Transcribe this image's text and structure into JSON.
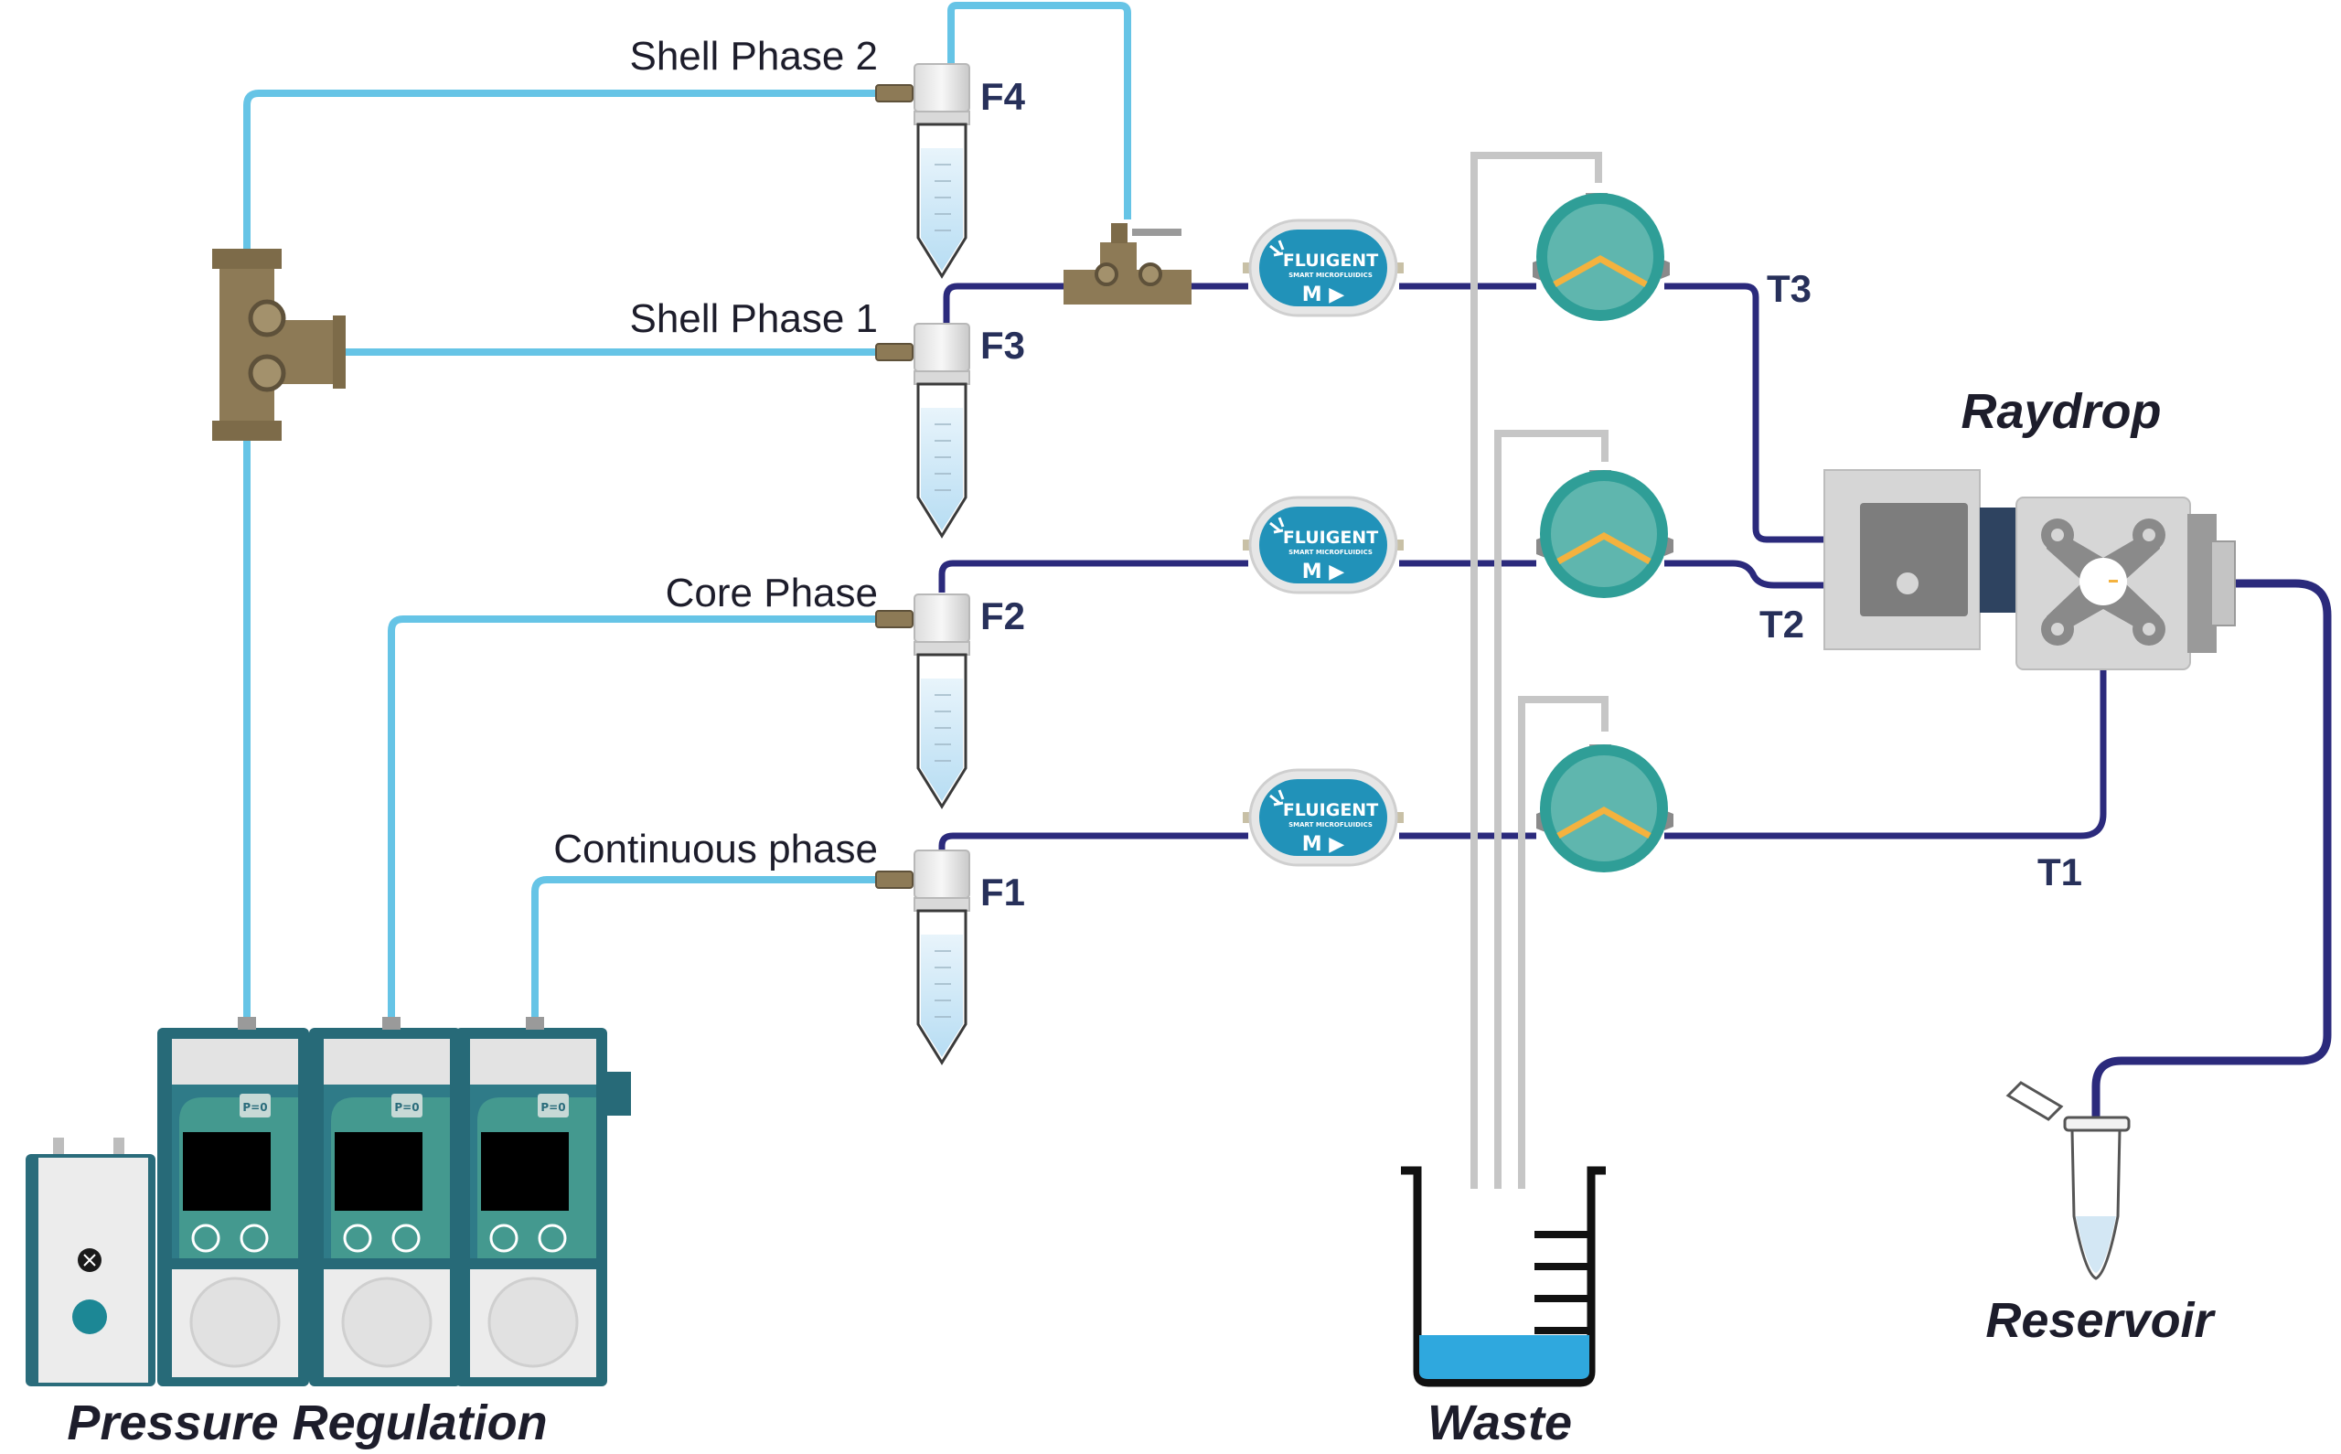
{
  "phases": {
    "shell2": "Shell Phase 2",
    "shell1": "Shell Phase 1",
    "core": "Core Phase",
    "continuous": "Continuous phase"
  },
  "reservoirs": [
    "F4",
    "F3",
    "F2",
    "F1"
  ],
  "outlets": [
    "T3",
    "T2",
    "T1"
  ],
  "flow_sensor": {
    "brand": "FLUIGENT",
    "sub": "SMART MICROFLUIDICS",
    "mark": "M ▶"
  },
  "pressure_display": "P=0",
  "labels": {
    "raydrop": "Raydrop",
    "pressure": "Pressure Regulation",
    "waste": "Waste",
    "reservoir": "Reservoir"
  },
  "colors": {
    "pressure_line": "#66c4e6",
    "liquid_line": "#2b2a7c",
    "valve_body": "#2f9e97",
    "sensor_body": "#1f8fb6",
    "controller": "#276a78",
    "accent_orange": "#f4b23e",
    "waste_liquid": "#2fa8de"
  }
}
